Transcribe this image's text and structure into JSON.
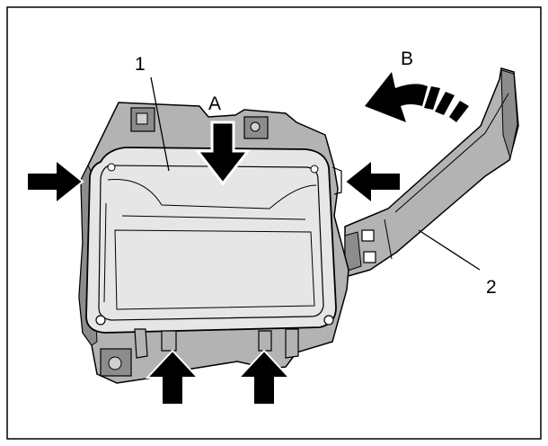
{
  "labels": {
    "part_1": "1",
    "part_2": "2",
    "arrow_a": "A",
    "arrow_b": "B"
  },
  "colors": {
    "bracket_fill": "#b3b3b3",
    "bracket_dark": "#8c8c8c",
    "module_fill": "#e6e6e6",
    "outline": "#000000",
    "arrow": "#000000"
  }
}
